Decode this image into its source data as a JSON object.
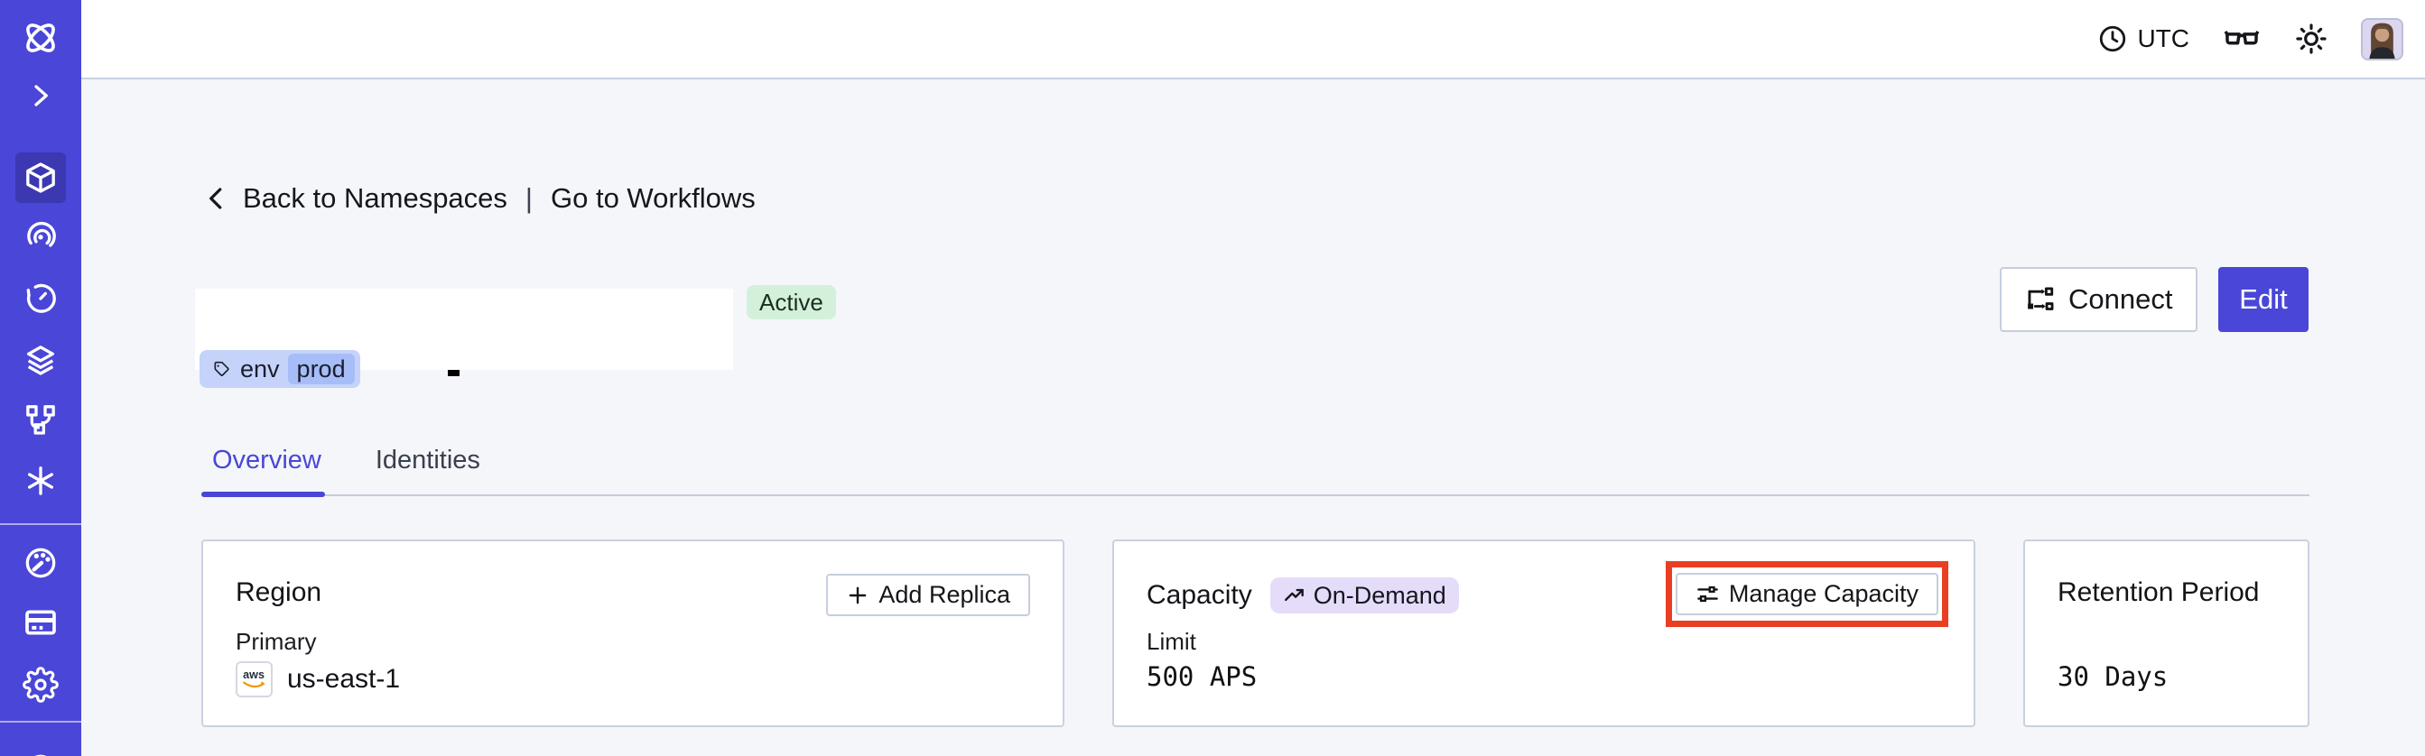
{
  "topbar": {
    "timezone": "UTC"
  },
  "breadcrumb": {
    "back": "Back to Namespaces",
    "separator": "|",
    "forward": "Go to Workflows"
  },
  "header": {
    "status": "Active",
    "tag": {
      "key": "env",
      "value": "prod"
    },
    "connect_label": "Connect",
    "edit_label": "Edit"
  },
  "tabs": [
    {
      "label": "Overview",
      "active": true
    },
    {
      "label": "Identities",
      "active": false
    }
  ],
  "cards": {
    "region": {
      "title": "Region",
      "action": "Add Replica",
      "label": "Primary",
      "provider": "aws",
      "value": "us-east-1"
    },
    "capacity": {
      "title": "Capacity",
      "badge": "On-Demand",
      "action": "Manage Capacity",
      "label": "Limit",
      "value": "500 APS"
    },
    "retention": {
      "title": "Retention Period",
      "value": "30 Days"
    }
  },
  "colors": {
    "accent": "#4946d8",
    "sidebar": "#4946d8",
    "sidebar-active": "#3b38b2",
    "page-bg": "#f5f6f9",
    "status-green": "#d3f1da",
    "tag-blue": "#c5d3fb",
    "tag-chip": "#a7bdf8",
    "badge-purple": "#e5dcfa",
    "annotation": "#ea3e22"
  }
}
